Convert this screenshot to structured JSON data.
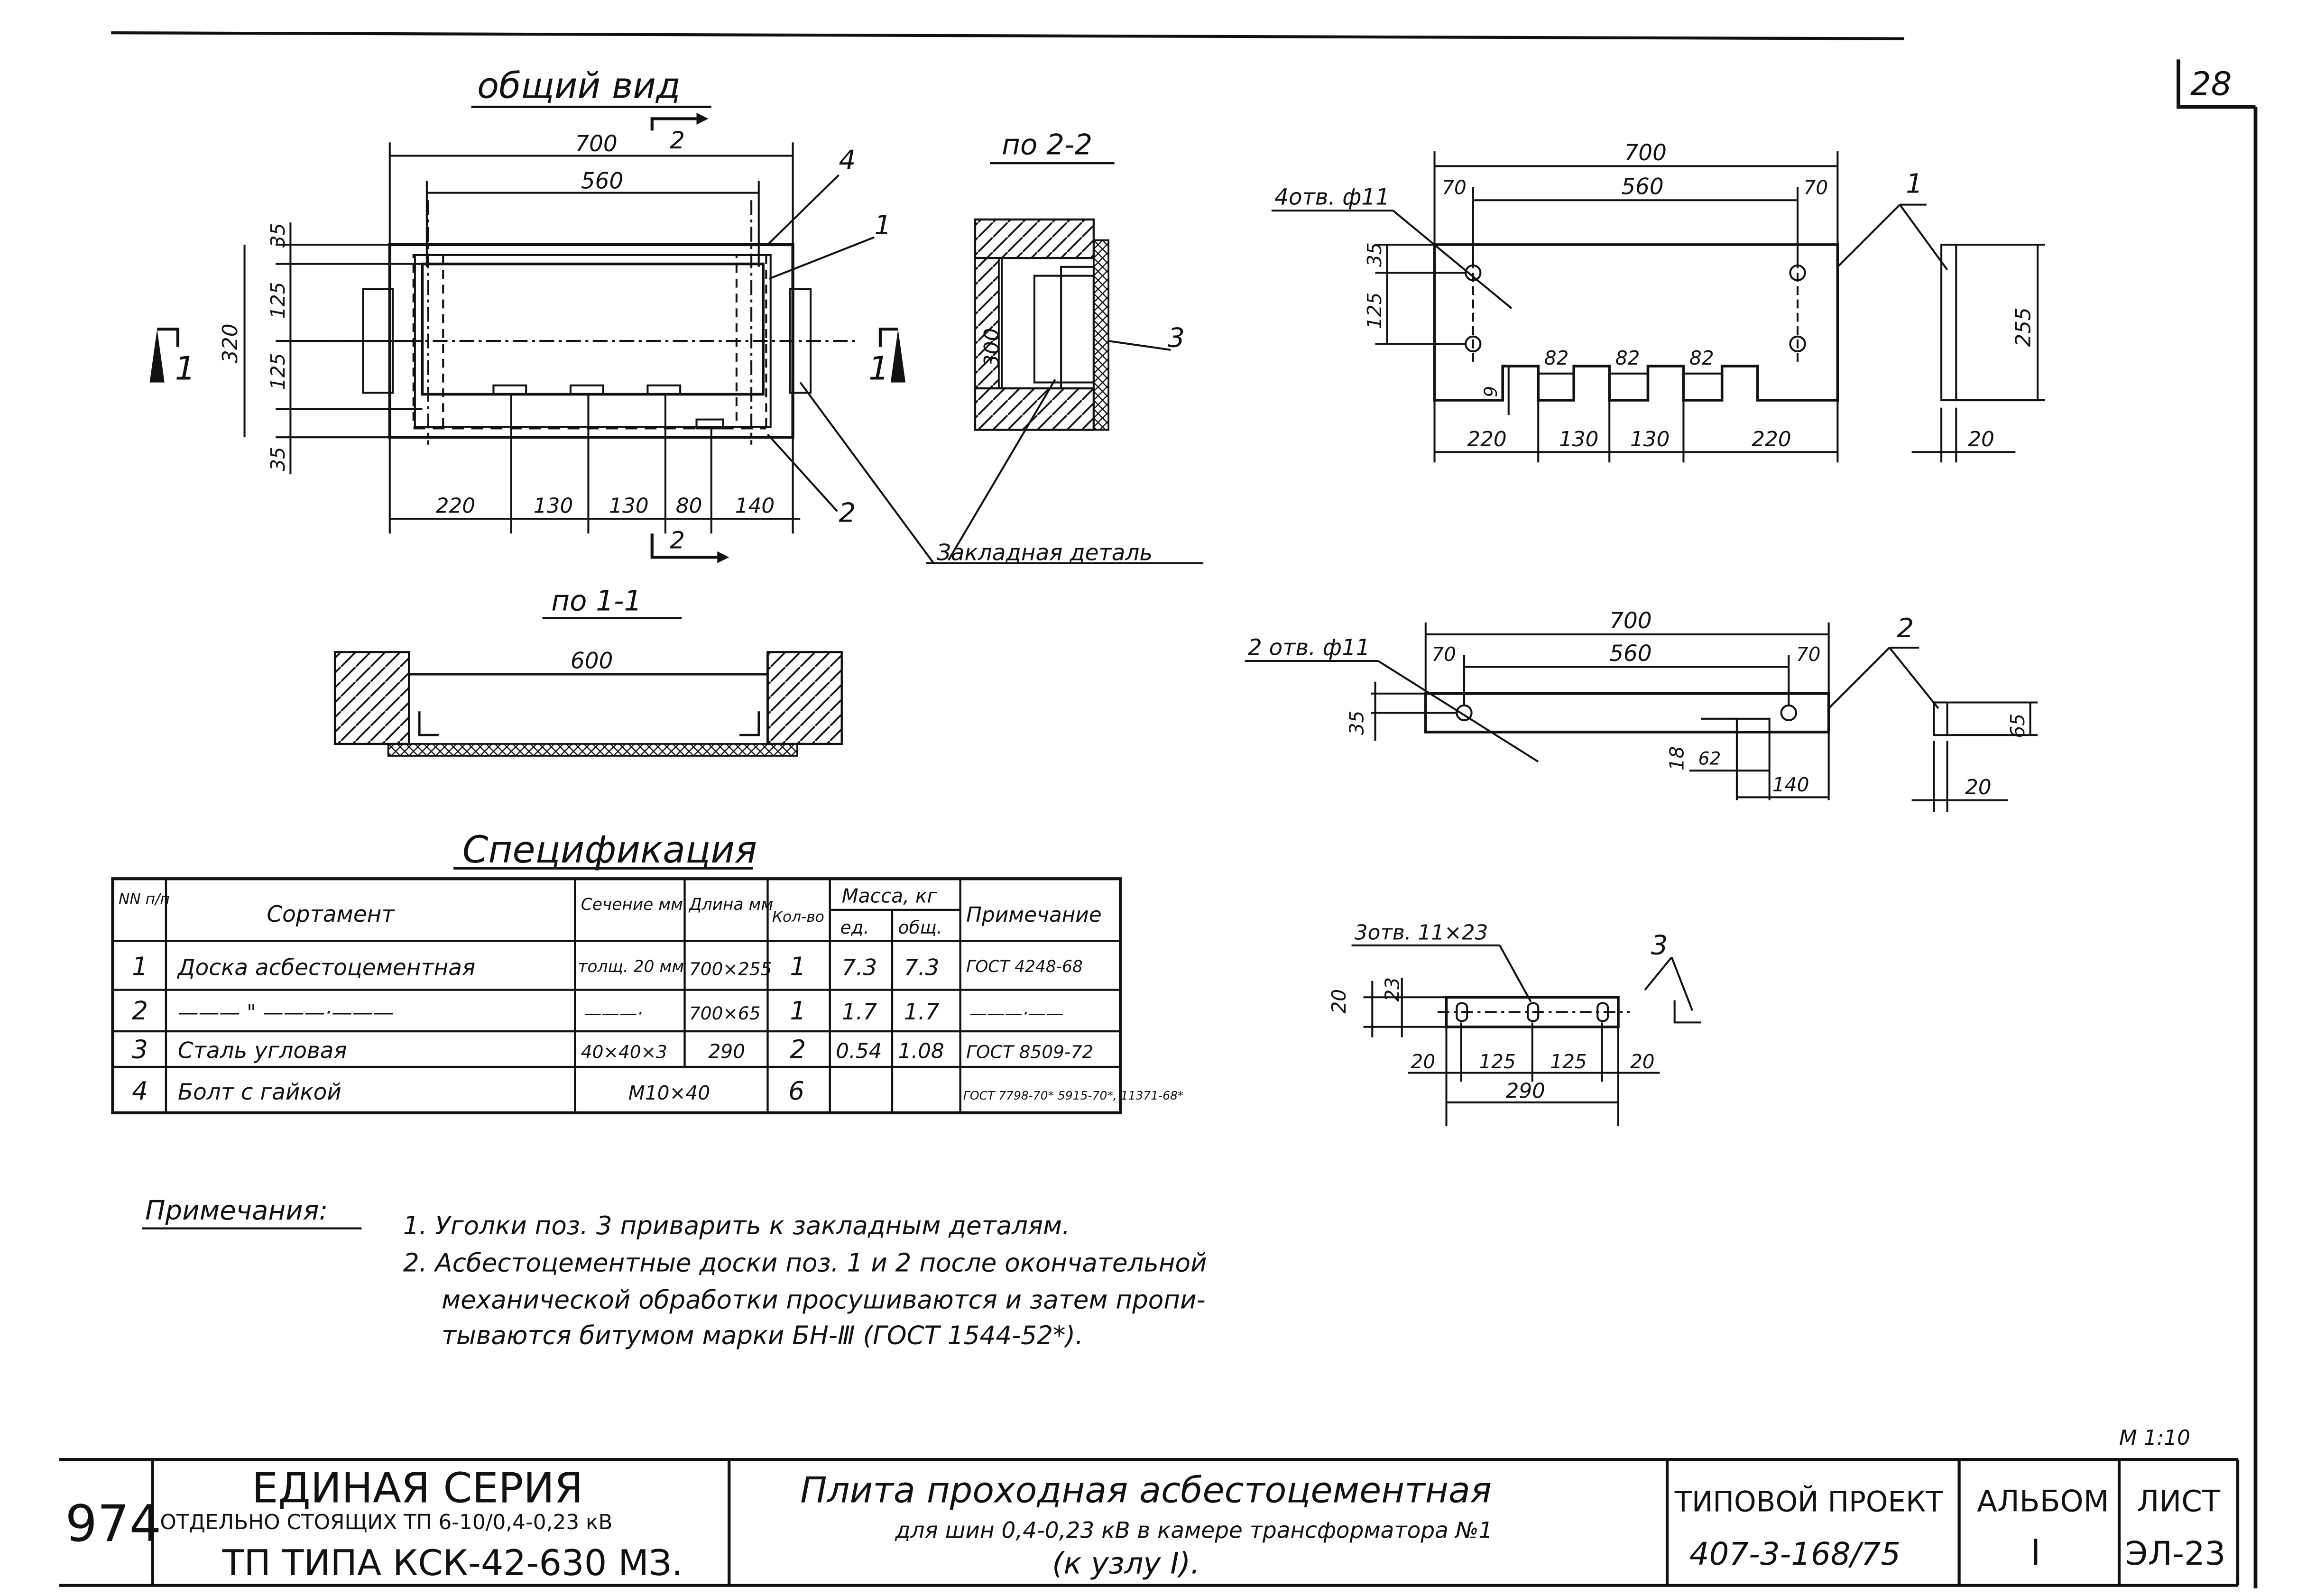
{
  "sheet_corner": "28",
  "scale_note": "М 1:10",
  "general_view": {
    "title": "общий вид",
    "dims": {
      "overall_width": "700",
      "inner_width": "560",
      "left_h": [
        "35",
        "125",
        "125",
        "35"
      ],
      "total_h": "320",
      "bottom": [
        "220",
        "130",
        "130",
        "80",
        "140"
      ]
    },
    "callouts": {
      "c1": "1",
      "c2": "2",
      "c4": "4"
    },
    "section_marks": {
      "top": "2",
      "bottom": "2",
      "left": "1",
      "right": "1"
    }
  },
  "section_2_2": {
    "title": "по 2-2",
    "dim_height": "300",
    "callout": "3"
  },
  "embedded_label": "Закладная деталь",
  "section_1_1": {
    "title": "по 1-1",
    "dim_width": "600"
  },
  "part1": {
    "holes_label": "4отв. ф11",
    "dims": {
      "w": "700",
      "inner": "560",
      "edge_l": "70",
      "edge_r": "70",
      "top": "35",
      "pitch": "125",
      "slot_depth": "9",
      "slot1": "82",
      "slot2": "82",
      "slot3": "82",
      "b1": "220",
      "b2": "130",
      "b3": "130",
      "b4": "220",
      "height": "255",
      "thick": "20"
    },
    "callout": "1"
  },
  "part2": {
    "holes_label": "2 отв. ф11",
    "dims": {
      "w": "700",
      "inner": "560",
      "edge_l": "70",
      "edge_r": "70",
      "top": "35",
      "notch_h": "18",
      "notch_w": "62",
      "offset": "140",
      "height": "65",
      "thick": "20"
    },
    "callout": "2"
  },
  "part3": {
    "holes_label": "3отв. 11×23",
    "dims": {
      "h": "20",
      "slot": "23",
      "edge_l": "20",
      "p1": "125",
      "p2": "125",
      "edge_r": "20",
      "total": "290"
    },
    "callout": "3"
  },
  "spec": {
    "title": "Спецификация",
    "headers": {
      "num": "NN п/п",
      "name": "Сортамент",
      "section": "Сечение мм",
      "length": "Длина мм",
      "qty": "Кол-во",
      "mass": "Масса, кг",
      "mass_unit": "ед.",
      "mass_total": "общ.",
      "note": "Примечание"
    },
    "rows": [
      {
        "num": "1",
        "name": "Доска асбестоцементная",
        "section": "толщ. 20 мм",
        "length": "700×255",
        "qty": "1",
        "unit": "7.3",
        "total": "7.3",
        "note": "ГОСТ 4248-68"
      },
      {
        "num": "2",
        "name": "——— \" ———·———",
        "section": "———·",
        "length": "700×65",
        "qty": "1",
        "unit": "1.7",
        "total": "1.7",
        "note": "———·——"
      },
      {
        "num": "3",
        "name": "Сталь угловая",
        "section": "40×40×3",
        "length": "290",
        "qty": "2",
        "unit": "0.54",
        "total": "1.08",
        "note": "ГОСТ 8509-72"
      },
      {
        "num": "4",
        "name": "Болт с гайкой",
        "section": "М10×40",
        "length": "",
        "qty": "6",
        "unit": "",
        "total": "",
        "note": "ГОСТ 7798-70* 5915-70*, 11371-68*"
      }
    ]
  },
  "notes": {
    "label": "Примечания:",
    "lines": [
      "1. Уголки поз. 3 приварить к закладным деталям.",
      "2. Асбестоцементные доски поз. 1 и 2 после окончательной",
      "механической обработки просушиваются и затем пропи-",
      "тываются битумом марки БН-Ⅲ (ГОСТ 1544-52*)."
    ]
  },
  "title_block": {
    "code": "974",
    "series_title": "ЕДИНАЯ СЕРИЯ",
    "series_sub": "ОТДЕЛЬНО СТОЯЩИХ ТП 6-10/0,4-0,23 кВ",
    "series_type": "ТП ТИПА КСК-42-630 МЗ.",
    "drawing_title": "Плита проходная асбестоцементная",
    "drawing_sub": "для шин 0,4-0,23 кВ в камере трансформатора №1",
    "drawing_node": "(к узлу I).",
    "project_label": "ТИПОВОЙ ПРОЕКТ",
    "project_num": "407-3-168/75",
    "album_label": "АЛЬБОМ",
    "album_num": "I",
    "sheet_label": "ЛИСТ",
    "sheet_num": "ЭЛ-23"
  }
}
